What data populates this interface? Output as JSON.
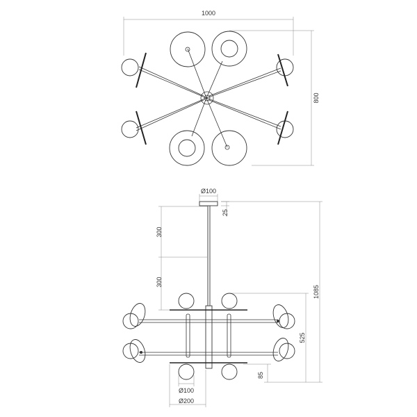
{
  "top_view": {
    "width_label": "1000",
    "depth_label": "800"
  },
  "side_view": {
    "canopy_diameter_label": "Ø100",
    "canopy_height_label": "25",
    "upper_rod_label": "300",
    "lower_rod_label": "300",
    "total_height_label": "1085",
    "body_height_label": "525",
    "bottom_offset_label": "85",
    "globe_diameter_label": "Ø100",
    "disc_diameter_label": "Ø200"
  },
  "colors": {
    "line": "#333333",
    "dimension": "#777777",
    "background": "#ffffff"
  }
}
